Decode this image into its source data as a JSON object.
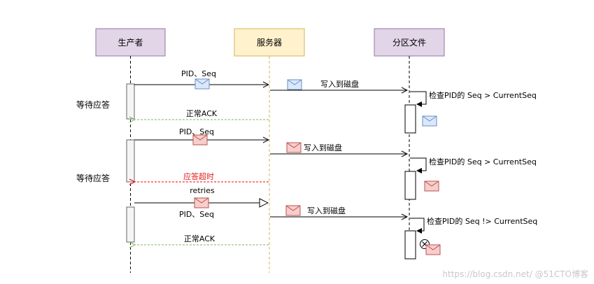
{
  "participants": {
    "producer": "生产者",
    "server": "服务器",
    "partition_file": "分区文件"
  },
  "messages": {
    "m1_label": "PID、Seq",
    "m1_write": "写入到磁盘",
    "m1_check": "检查PID的 Seq > CurrentSeq",
    "m1_ack": "正常ACK",
    "m2_label": "PID、Seq",
    "m2_write": "写入到磁盘",
    "m2_check": "检查PID的 Seq > CurrentSeq",
    "m2_timeout": "应答超时",
    "m3_retries": "retries",
    "m3_label": "PID、Seq",
    "m3_write": "写入到磁盘",
    "m3_check": "检查PID的 Seq !> CurrentSeq",
    "m3_ack": "正常ACK"
  },
  "side_labels": {
    "wait1": "等待应答",
    "wait2": "等待应答"
  },
  "watermark": "https://blog.csdn.net/ @51CTO博客",
  "colors": {
    "producer_fill": "#e1d5e7",
    "producer_stroke": "#9673a6",
    "server_fill": "#fff2cc",
    "server_stroke": "#d6b656",
    "file_fill": "#e1d5e7",
    "file_stroke": "#9673a6",
    "ack_green": "#82b366",
    "timeout_red": "#ff0000",
    "envelope_blue_fill": "#dae8fc",
    "envelope_blue_stroke": "#6c8ebf",
    "envelope_red_fill": "#f8cecc",
    "envelope_red_stroke": "#b85450"
  },
  "icons": {
    "envelope": "envelope-icon",
    "reject": "circle-x-icon"
  }
}
